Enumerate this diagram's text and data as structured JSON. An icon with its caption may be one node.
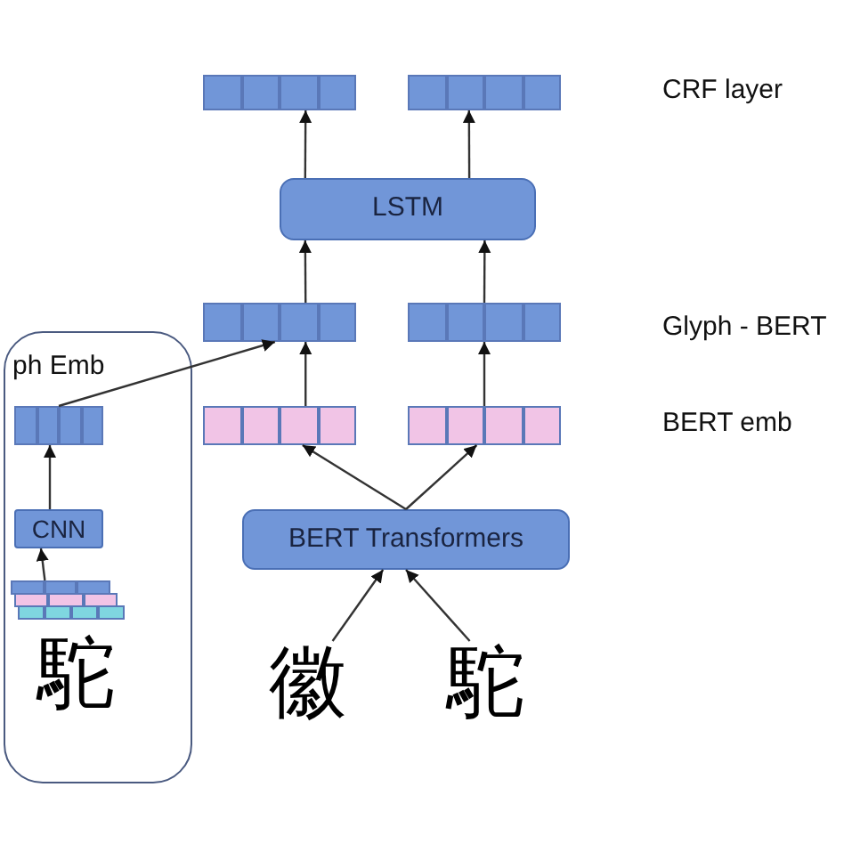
{
  "diagram": {
    "nodes": [
      {
        "text": [
          "ph Emb"
        ]
      },
      {
        "text": [],
        "shape": "bar",
        "in": 0
      },
      {
        "text": [
          "CNN"
        ],
        "in": 0
      },
      {
        "text": [],
        "shape": "bar",
        "in": 0
      },
      {
        "text": [
          "駝"
        ],
        "in": 0
      },
      {
        "text": [],
        "shape": "bar"
      },
      {
        "text": [],
        "shape": "bar"
      },
      {
        "text": [
          "LSTM"
        ]
      },
      {
        "text": [],
        "shape": "bar"
      },
      {
        "text": [],
        "shape": "bar"
      },
      {
        "text": [],
        "shape": "bar"
      },
      {
        "text": [],
        "shape": "bar"
      },
      {
        "text": [
          "BERT Transformers"
        ]
      },
      {
        "text": [
          "徽"
        ]
      },
      {
        "text": [
          "駝"
        ]
      }
    ],
    "edges": [
      {
        "from": 2,
        "to": 1,
        "arrow": "to"
      },
      {
        "from": 3,
        "to": 2,
        "arrow": "to"
      },
      {
        "from": 1,
        "to": 8,
        "arrow": "to"
      },
      {
        "from": 10,
        "to": 8,
        "arrow": "to"
      },
      {
        "from": 11,
        "to": 9,
        "arrow": "to"
      },
      {
        "from": 8,
        "to": 7,
        "arrow": "to"
      },
      {
        "from": 9,
        "to": 7,
        "arrow": "to"
      },
      {
        "from": 7,
        "to": 5,
        "arrow": "to"
      },
      {
        "from": 7,
        "to": 6,
        "arrow": "to"
      },
      {
        "from": 12,
        "to": 10,
        "arrow": "to"
      },
      {
        "from": 12,
        "to": 11,
        "arrow": "to"
      },
      {
        "from": 13,
        "to": 12,
        "arrow": "to"
      },
      {
        "from": 14,
        "to": 12,
        "arrow": "to"
      }
    ],
    "labels": [
      "CRF layer",
      "Glyph - BERT",
      "BERT emb"
    ]
  }
}
